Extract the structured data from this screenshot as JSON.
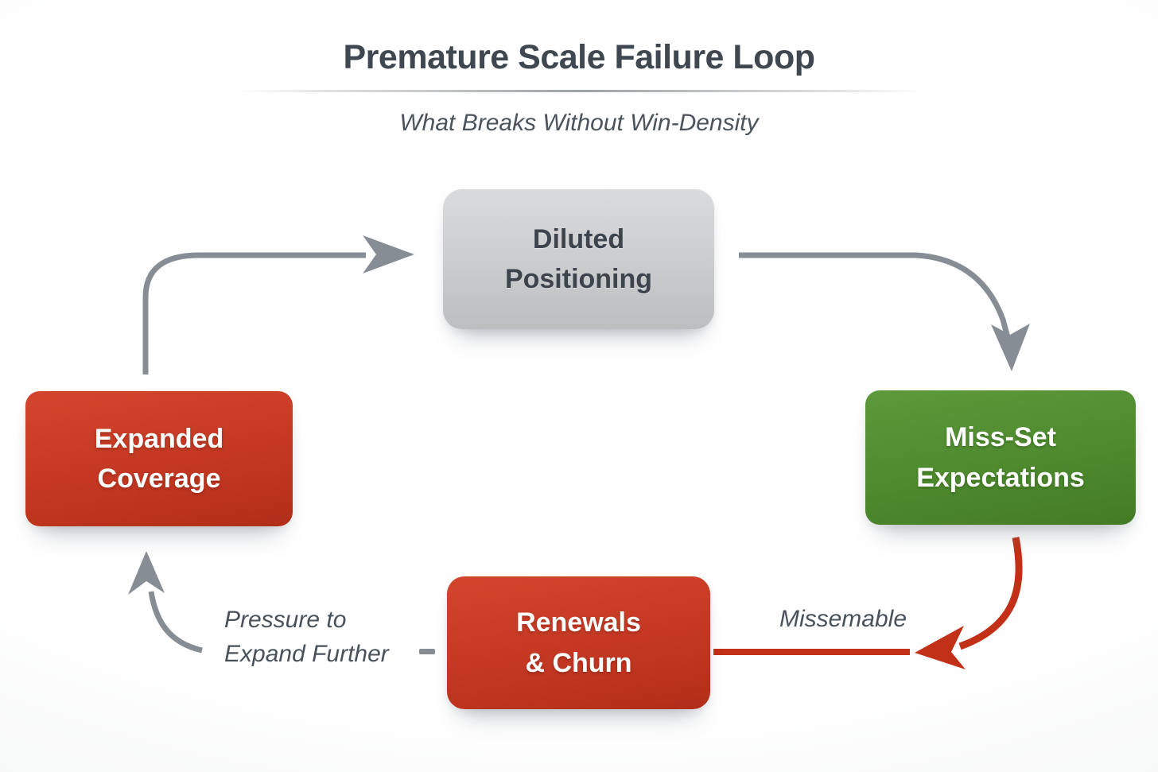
{
  "header": {
    "title": "Premature Scale Failure Loop",
    "subtitle": "What Breaks Without Win-Density"
  },
  "nodes": {
    "diluted_positioning": {
      "line1": "Diluted",
      "line2": "Positioning",
      "color": "#c8cacc"
    },
    "expanded_coverage": {
      "line1": "Expanded",
      "line2": "Coverage",
      "color": "#c43823"
    },
    "miss_set_expectations": {
      "line1": "Miss-Set",
      "line2": "Expectations",
      "color": "#4e8a2e"
    },
    "renewals_churn": {
      "line1": "Renewals",
      "line2": "& Churn",
      "color": "#c43823"
    }
  },
  "edge_labels": {
    "missemable": "Missemable",
    "pressure_line1": "Pressure to",
    "pressure_line2": "Expand Further"
  },
  "colors": {
    "arrow_gray": "#878d94",
    "arrow_red": "#c23018",
    "title_text": "#3f4750",
    "label_text": "#49515a",
    "background": "#f7f8f8"
  }
}
